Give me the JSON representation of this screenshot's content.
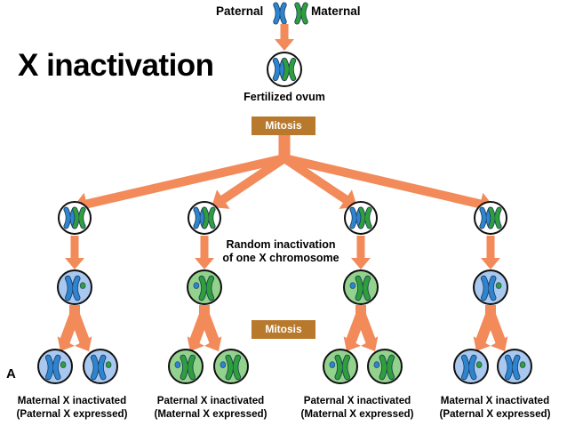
{
  "title": "X inactivation",
  "legend": {
    "paternal": "Paternal",
    "maternal": "Maternal"
  },
  "fertilized": "Fertilized ovum",
  "mitosis_label": "Mitosis",
  "random_label": {
    "line1": "Random inactivation",
    "line2": "of one X chromosome"
  },
  "panel_label": "A",
  "captions": [
    {
      "line1": "Maternal X inactivated",
      "line2": "(Paternal X expressed)"
    },
    {
      "line1": "Paternal X inactivated",
      "line2": "(Maternal X expressed)"
    },
    {
      "line1": "Paternal X inactivated",
      "line2": "(Maternal X expressed)"
    },
    {
      "line1": "Maternal X inactivated",
      "line2": "(Paternal X expressed)"
    }
  ],
  "colors": {
    "paternal": "#2e84cf",
    "maternal": "#2f9e3b",
    "arrow": "#f28a5a",
    "mitosis_box": "#b8792c",
    "cell_blue": "#a9c8f0",
    "cell_green": "#93d28c"
  }
}
